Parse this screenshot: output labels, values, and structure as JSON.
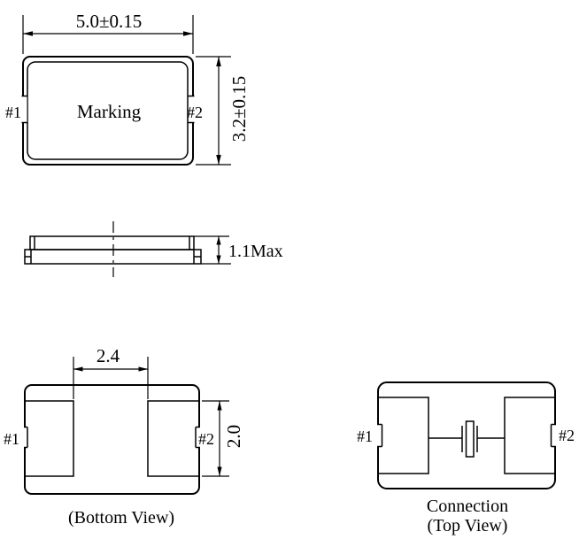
{
  "drawing": {
    "top_view": {
      "width_dim": "5.0±0.15",
      "height_dim": "3.2±0.15",
      "marking": "Marking",
      "pin1": "#1",
      "pin2": "#2"
    },
    "side_view": {
      "height_dim": "1.1Max"
    },
    "bottom_view": {
      "pad_gap_dim": "2.4",
      "pad_height_dim": "2.0",
      "pin1": "#1",
      "pin2": "#2",
      "caption": "(Bottom View)"
    },
    "connection_view": {
      "pin1": "#1",
      "pin2": "#2",
      "caption_line1": "Connection",
      "caption_line2": "(Top View)"
    },
    "colors": {
      "line": "#000000",
      "background": "#ffffff"
    }
  }
}
